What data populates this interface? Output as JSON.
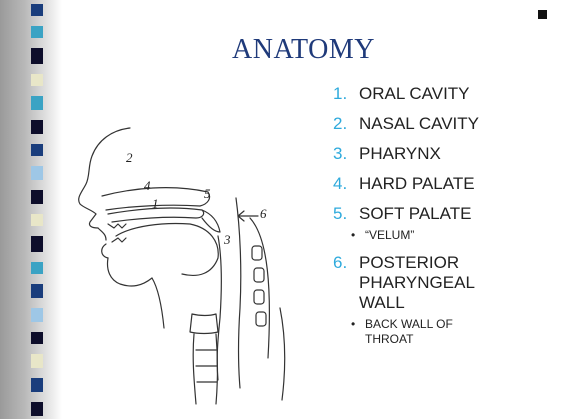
{
  "slide": {
    "title": "ANATOMY",
    "items": [
      {
        "num": "1.",
        "label": "ORAL CAVITY"
      },
      {
        "num": "2.",
        "label": "NASAL CAVITY"
      },
      {
        "num": "3.",
        "label": "PHARYNX"
      },
      {
        "num": "4.",
        "label": "HARD PALATE"
      },
      {
        "num": "5.",
        "label": "SOFT PALATE",
        "sub": "“VELUM”"
      },
      {
        "num": "6.",
        "label": "POSTERIOR PHARYNGEAL WALL",
        "sub": "BACK WALL OF THROAT"
      }
    ],
    "bullet": "•"
  },
  "diagram": {
    "labels": [
      "1",
      "2",
      "3",
      "4",
      "5",
      "6"
    ]
  },
  "colors": {
    "title": "#1f3a7a",
    "number": "#2eaadc",
    "text": "#222222"
  }
}
